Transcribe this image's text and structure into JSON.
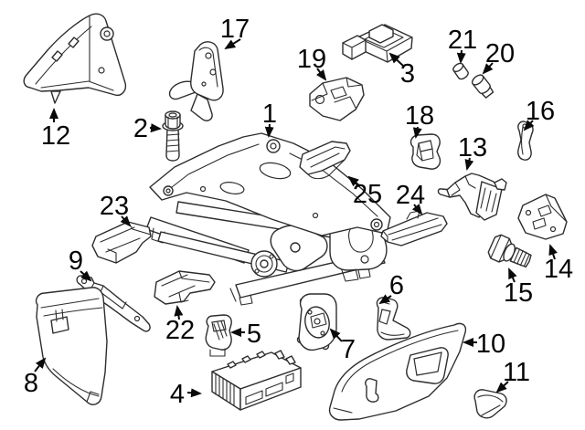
{
  "diagram": {
    "subject": "Exploded parts diagram of a vehicle power seat adjuster with numbered callouts",
    "background_color": "#ffffff",
    "line_color": "#2d2d2d",
    "label_color": "#050505"
  },
  "callouts": [
    {
      "number": "1"
    },
    {
      "number": "2"
    },
    {
      "number": "3"
    },
    {
      "number": "4"
    },
    {
      "number": "5"
    },
    {
      "number": "6"
    },
    {
      "number": "7"
    },
    {
      "number": "8"
    },
    {
      "number": "9"
    },
    {
      "number": "10"
    },
    {
      "number": "11"
    },
    {
      "number": "12"
    },
    {
      "number": "13"
    },
    {
      "number": "14"
    },
    {
      "number": "15"
    },
    {
      "number": "16"
    },
    {
      "number": "17"
    },
    {
      "number": "18"
    },
    {
      "number": "19"
    },
    {
      "number": "20"
    },
    {
      "number": "21"
    },
    {
      "number": "22"
    },
    {
      "number": "23"
    },
    {
      "number": "24"
    },
    {
      "number": "25"
    }
  ]
}
